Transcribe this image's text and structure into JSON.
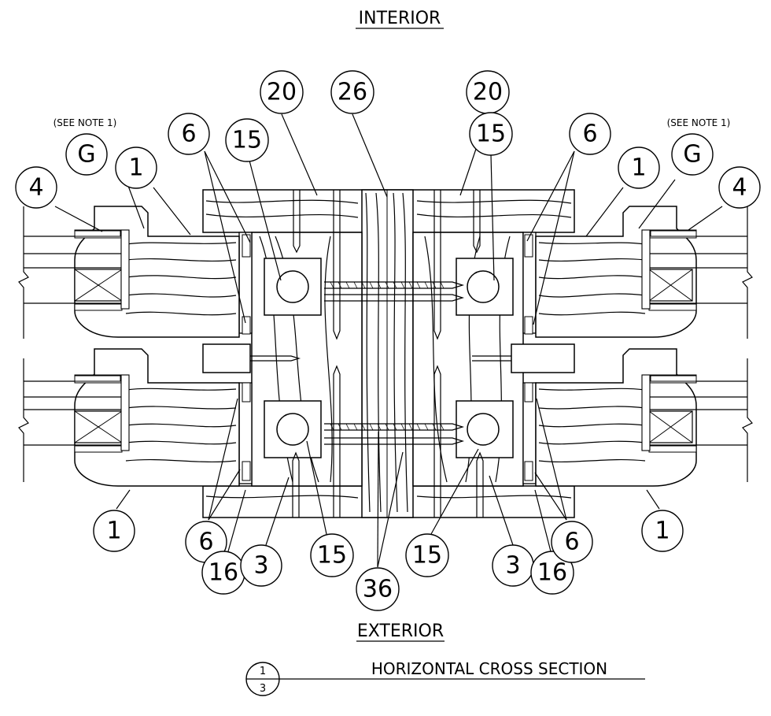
{
  "labels": {
    "interior": "INTERIOR",
    "exterior": "EXTERIOR",
    "see_note_left": "(SEE NOTE 1)",
    "see_note_right": "(SEE NOTE 1)",
    "section_title": "HORIZONTAL CROSS SECTION",
    "section_num_top": "1",
    "section_num_bottom": "3"
  },
  "callouts": [
    {
      "id": "c20l",
      "text": "20"
    },
    {
      "id": "c26",
      "text": "26"
    },
    {
      "id": "c20r",
      "text": "20"
    },
    {
      "id": "cGl",
      "text": "G"
    },
    {
      "id": "c1tl",
      "text": "1"
    },
    {
      "id": "c6tl",
      "text": "6"
    },
    {
      "id": "c15tl",
      "text": "15"
    },
    {
      "id": "c4l",
      "text": "4"
    },
    {
      "id": "c15tr",
      "text": "15"
    },
    {
      "id": "c6tr",
      "text": "6"
    },
    {
      "id": "c1tr",
      "text": "1"
    },
    {
      "id": "cGr",
      "text": "G"
    },
    {
      "id": "c4r",
      "text": "4"
    },
    {
      "id": "c1bl",
      "text": "1"
    },
    {
      "id": "c6bl",
      "text": "6"
    },
    {
      "id": "c16l",
      "text": "16"
    },
    {
      "id": "c3l",
      "text": "3"
    },
    {
      "id": "c15bl",
      "text": "15"
    },
    {
      "id": "c36",
      "text": "36"
    },
    {
      "id": "c15br",
      "text": "15"
    },
    {
      "id": "c3r",
      "text": "3"
    },
    {
      "id": "c16r",
      "text": "16"
    },
    {
      "id": "c6br",
      "text": "6"
    },
    {
      "id": "c1br",
      "text": "1"
    }
  ],
  "colors": {
    "ink": "#000000",
    "paper": "#ffffff"
  }
}
